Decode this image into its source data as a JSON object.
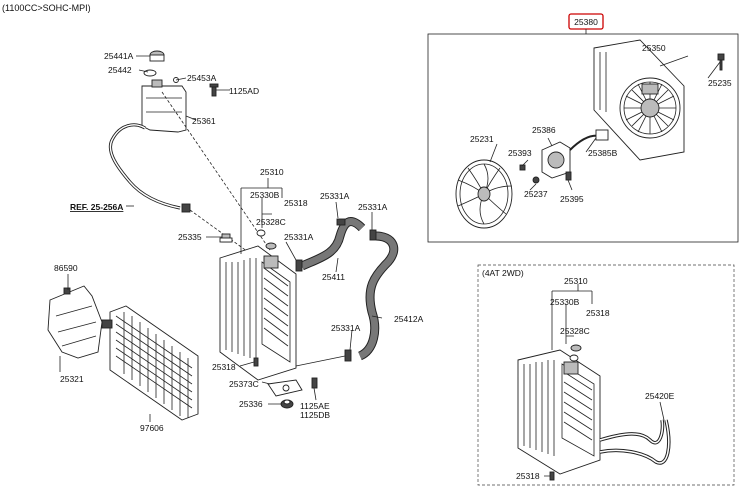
{
  "header": {
    "engine": "(1100CC>SOHC-MPI)"
  },
  "ref": {
    "label": "REF. 25-256A"
  },
  "fan_group": {
    "label": "25380",
    "highlight_color": "#cc0000"
  },
  "variant_box": {
    "label": "(4AT 2WD)"
  },
  "parts": {
    "p25441A": "25441A",
    "p25442": "25442",
    "p25453A": "25453A",
    "p1125AD": "1125AD",
    "p25361": "25361",
    "p25310": "25310",
    "p25330B": "25330B",
    "p25318a": "25318",
    "p25328C": "25328C",
    "p25331A_a": "25331A",
    "p25331A_b": "25331A",
    "p25331A_c": "25331A",
    "p25335": "25335",
    "p25411": "25411",
    "p25412A": "25412A",
    "p86590": "86590",
    "p25321": "25321",
    "p25331A_d": "25331A",
    "p25318b": "25318",
    "p25373C": "25373C",
    "p25336": "25336",
    "p1125AE": "1125AE",
    "p1125DB": "1125DB",
    "p97606": "97606",
    "p25350": "25350",
    "p25235": "25235",
    "p25386": "25386",
    "p25231": "25231",
    "p25393": "25393",
    "p25385B": "25385B",
    "p25237": "25237",
    "p25395": "25395",
    "v25310": "25310",
    "v25330B": "25330B",
    "v25318": "25318",
    "v25328C": "25328C",
    "v25420E": "25420E",
    "v25318b": "25318"
  }
}
